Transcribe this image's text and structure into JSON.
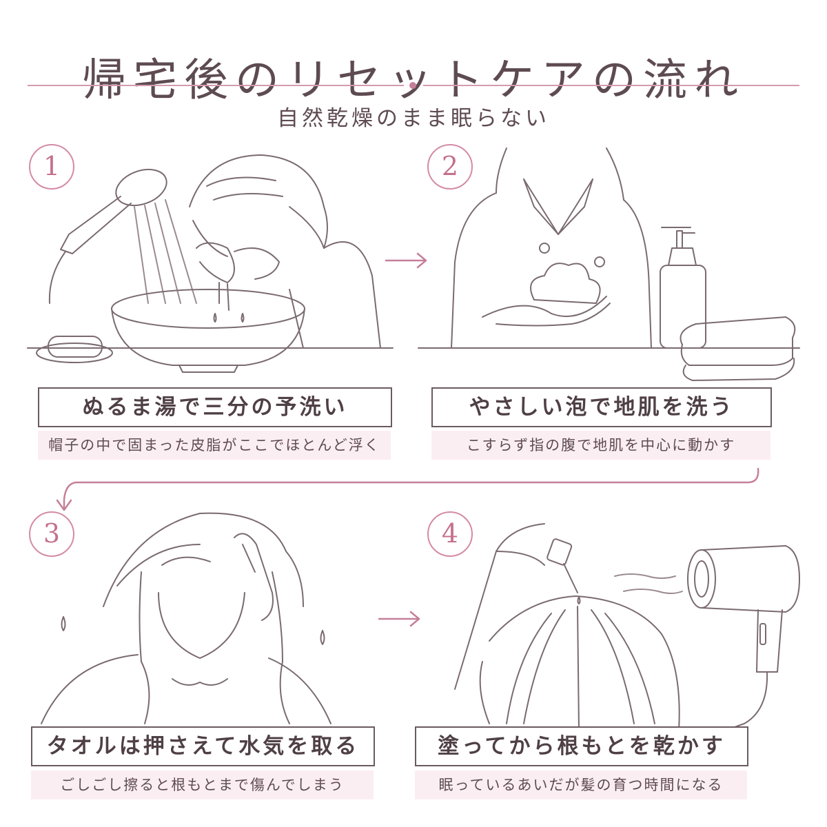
{
  "title": "帰宅後のリセットケアの流れ",
  "subtitle": "自然乾燥のまま眠らない",
  "colors": {
    "accent": "#d48aa6",
    "line": "#6a5a60",
    "note_bg": "#fbeef2"
  },
  "steps": [
    {
      "number": "1",
      "heading": "ぬるま湯で三分の予洗い",
      "note": "帽子の中で固まった皮脂がここでほとんど浮く"
    },
    {
      "number": "2",
      "heading": "やさしい泡で地肌を洗う",
      "note": "こすらず指の腹で地肌を中心に動かす"
    },
    {
      "number": "3",
      "heading": "タオルは押さえて水気を取る",
      "note": "ごしごし擦ると根もとまで傷んでしまう"
    },
    {
      "number": "4",
      "heading": "塗ってから根もとを乾かす",
      "note": "眠っているあいだが髪の育つ時間になる"
    }
  ]
}
